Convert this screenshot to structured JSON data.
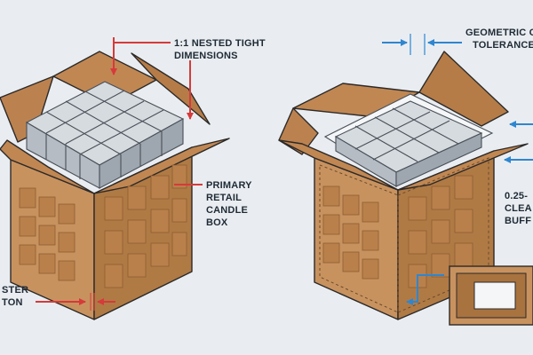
{
  "left_figure": {
    "callouts": {
      "nested_line1": "1:1 NESTED TIGHT",
      "nested_line2": "DIMENSIONS",
      "primary_line1": "PRIMARY",
      "primary_line2": "RETAIL",
      "primary_line3": "CANDLE",
      "primary_line4": "BOX",
      "master_line1": "STER",
      "master_line2": "TON"
    },
    "accent_color": "#d63a3a"
  },
  "right_figure": {
    "callouts": {
      "geometric_line1": "GEOMETRIC OF",
      "geometric_line2": "TOLERANCE",
      "clear_line1": "0.25-",
      "clear_line2": "CLEA",
      "clear_line3": "BUFF"
    },
    "accent_color": "#2f86d0"
  },
  "colors": {
    "background": "#e9edf1",
    "cardboard": "#c8925f",
    "cardboard_dark": "#a8733f",
    "candle_box": "#c9ced4",
    "outline": "#2d2a28"
  }
}
